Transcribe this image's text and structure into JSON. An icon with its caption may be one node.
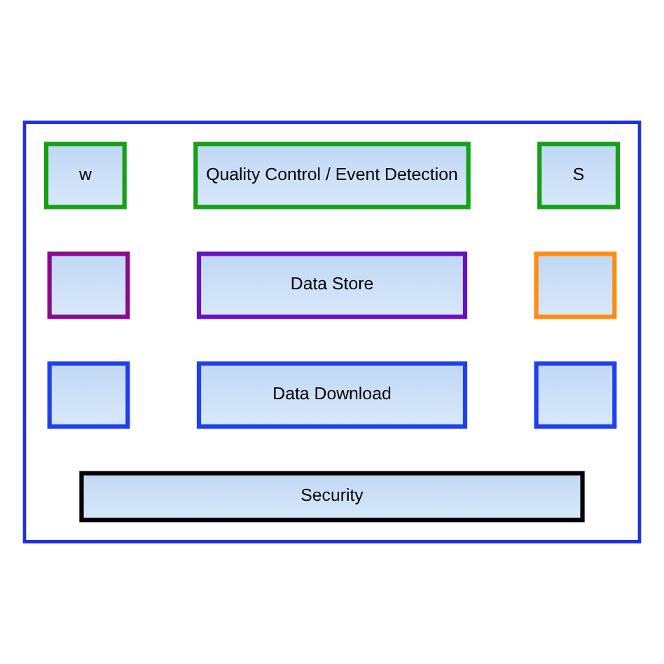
{
  "diagram": {
    "nodes": [
      {
        "text": [],
        "shape": "box"
      },
      {
        "text": [
          "w"
        ],
        "in": 0
      },
      {
        "text": [
          "Quality Control / Event Detection"
        ],
        "in": 0
      },
      {
        "text": [
          "S"
        ],
        "in": 0
      },
      {
        "text": [],
        "shape": "box",
        "in": 0
      },
      {
        "text": [
          "Data Store"
        ],
        "in": 0
      },
      {
        "text": [],
        "shape": "box",
        "in": 0
      },
      {
        "text": [],
        "shape": "box",
        "in": 0
      },
      {
        "text": [
          "Data Download"
        ],
        "in": 0
      },
      {
        "text": [],
        "shape": "box",
        "in": 0
      },
      {
        "text": [
          "Security"
        ],
        "in": 0
      }
    ],
    "edges": []
  }
}
